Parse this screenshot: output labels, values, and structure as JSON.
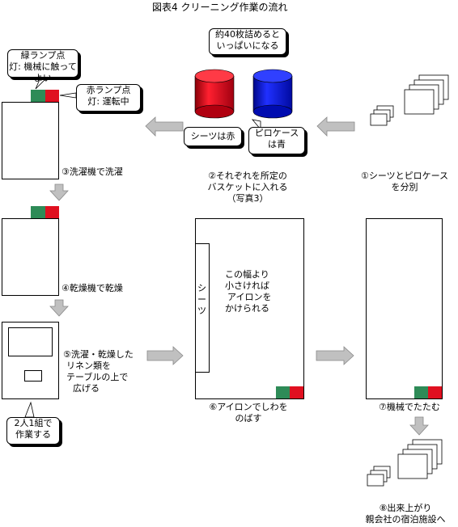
{
  "title": "図表4 クリーニング作業の流れ",
  "callouts": {
    "green_lamp": [
      "緑ランプ点",
      "灯: 機械に触ってよい"
    ],
    "red_lamp": [
      "赤ランプ点",
      "灯: 運転中"
    ],
    "capacity": [
      "約40枚詰めると",
      "いっぱいになる"
    ],
    "sheets_red": "シーツは赤",
    "pillow_blue": [
      "ピロケース",
      "は青"
    ],
    "pair": [
      "2人1組で",
      "作業する"
    ]
  },
  "steps": {
    "s1": [
      "①シーツとピロケース",
      "を分別"
    ],
    "s2": [
      "②それぞれを所定の",
      "バスケットに入れる",
      "（写真3）"
    ],
    "s3": "③洗濯機で洗濯",
    "s4": "④乾燥機で乾燥",
    "s5": [
      "⑤洗濯・乾燥した",
      "リネン類を",
      "テーブルの上で",
      "広げる"
    ],
    "s6": [
      "⑥アイロンでしわを",
      "のばす"
    ],
    "s7": "⑦機械でたたむ",
    "s8": [
      "⑧出来上がり",
      "親会社の宿泊施設へ"
    ]
  },
  "ironing": {
    "sheet_label": "シーツ",
    "note": [
      "この幅より",
      "小さければ",
      "アイロンを",
      "かけられる"
    ]
  },
  "colors": {
    "green": "#2e8b57",
    "red": "#e01020",
    "basket_red": "#e8000f",
    "basket_blue": "#0010e0",
    "arrow": "#c0c0c0"
  }
}
